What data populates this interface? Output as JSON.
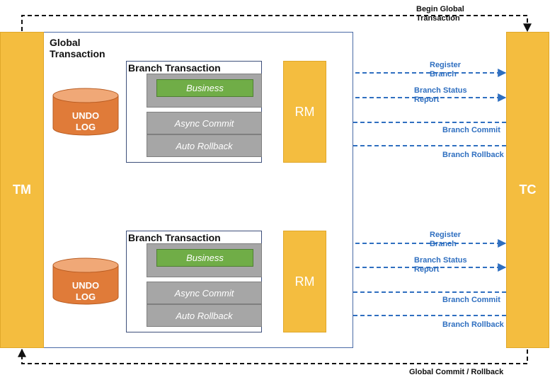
{
  "tm": {
    "label": "TM"
  },
  "tc": {
    "label": "TC"
  },
  "global": {
    "title_line1": "Global",
    "title_line2": "Transaction"
  },
  "top_arrow": {
    "line1": "Begin Global",
    "line2": "Transaction"
  },
  "bottom_arrow": {
    "label": "Global Commit / Rollback"
  },
  "branches": [
    {
      "title": "Branch Transaction",
      "business": "Business",
      "async_commit": "Async Commit",
      "auto_rollback": "Auto Rollback",
      "rm": "RM",
      "undo_line1": "UNDO",
      "undo_line2": "LOG"
    },
    {
      "title": "Branch Transaction",
      "business": "Business",
      "async_commit": "Async Commit",
      "auto_rollback": "Auto Rollback",
      "rm": "RM",
      "undo_line1": "UNDO",
      "undo_line2": "LOG"
    }
  ],
  "messages": {
    "register_line1": "Register",
    "register_line2": "Branch",
    "status_line1": "Branch Status",
    "status_line2": "Report",
    "commit": "Branch Commit",
    "rollback": "Branch Rollback"
  },
  "colors": {
    "accent_yellow": "#f4bd3f",
    "arrow_blue": "#2f6fc0",
    "undo_orange": "#e07b39",
    "business_green": "#70ad47"
  }
}
